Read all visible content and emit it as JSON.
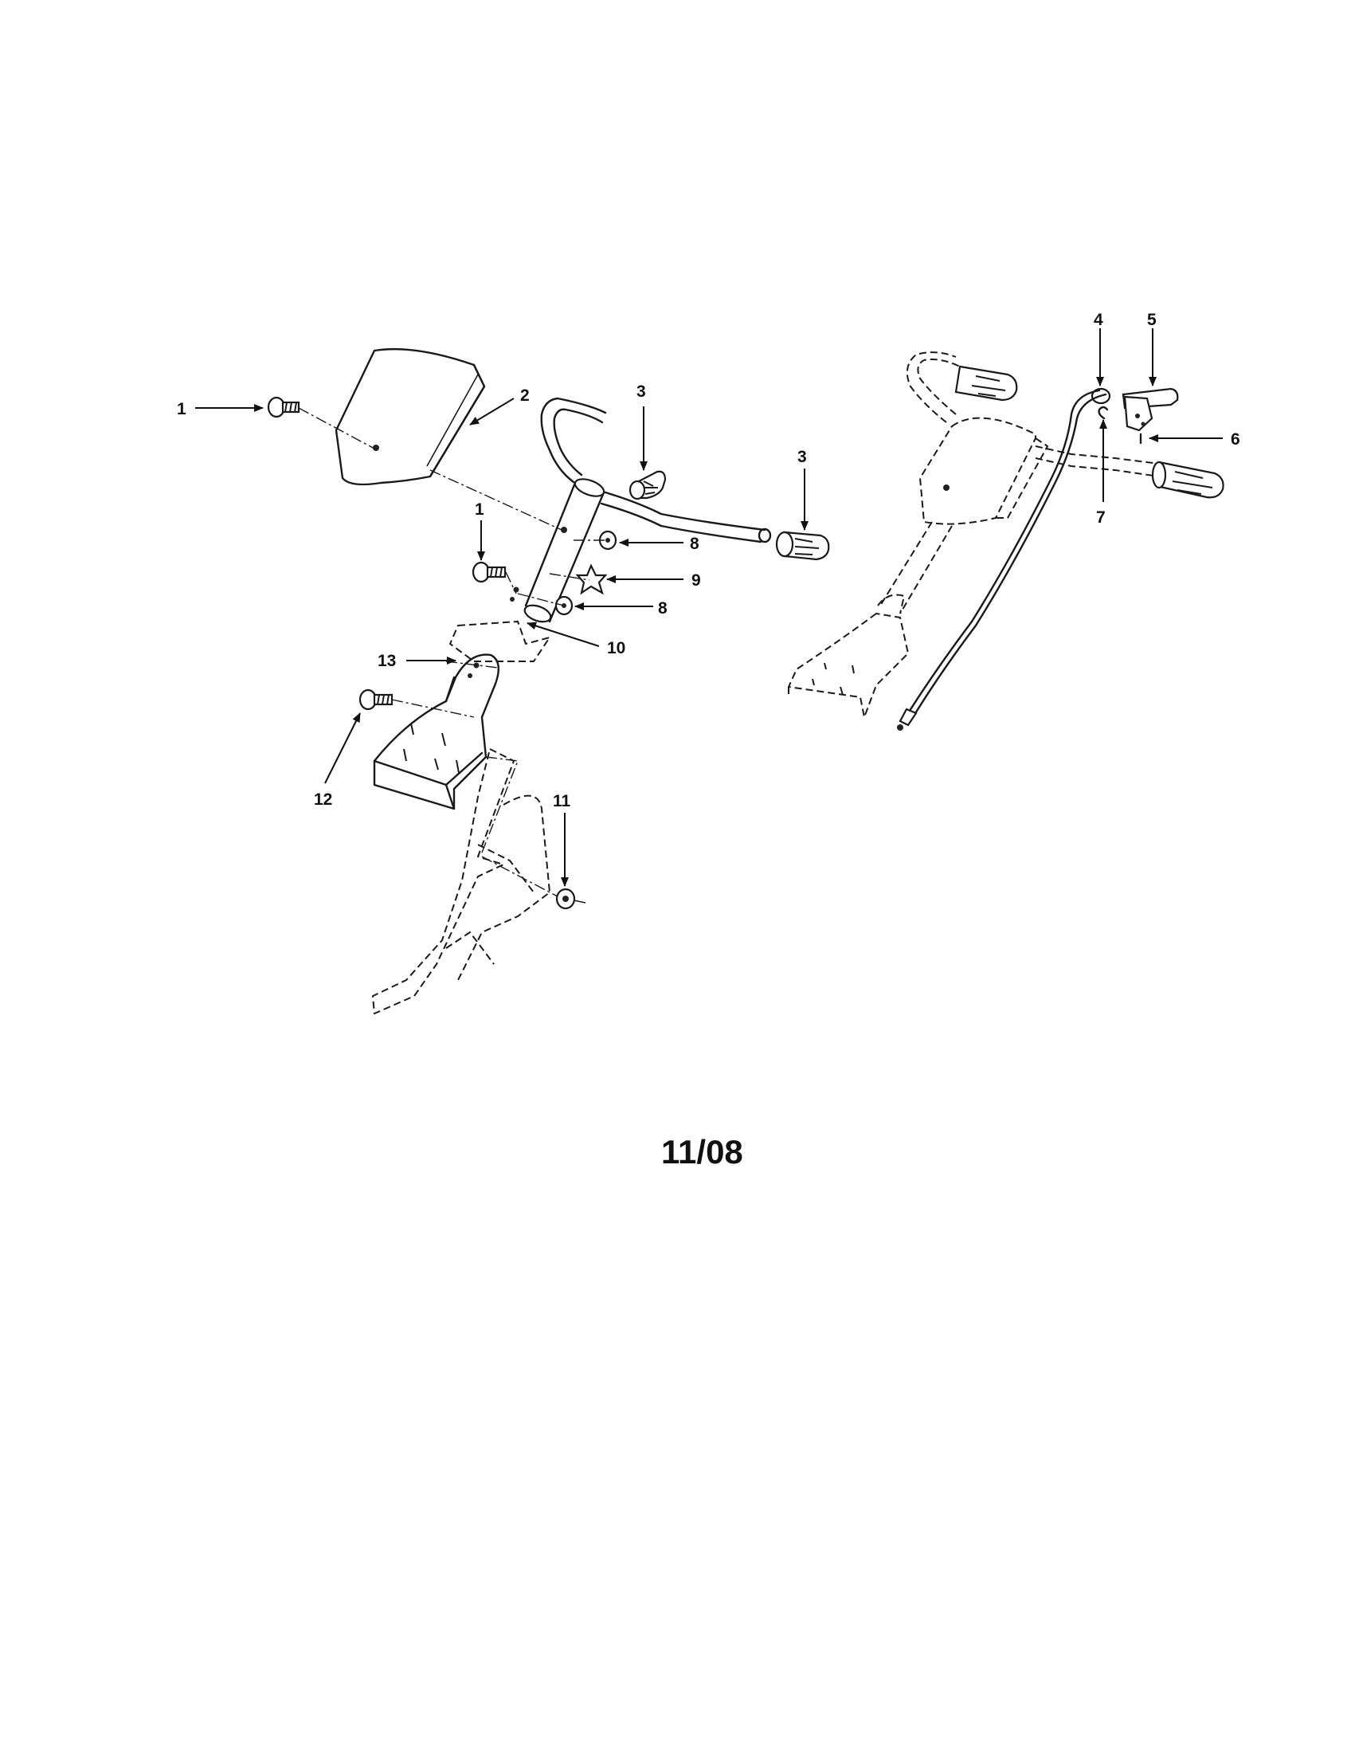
{
  "callouts": {
    "c1a": "1",
    "c2": "2",
    "c3a": "3",
    "c3b": "3",
    "c1b": "1",
    "c8a": "8",
    "c9": "9",
    "c8b": "8",
    "c10": "10",
    "c13": "13",
    "c12": "12",
    "c11": "11",
    "c4": "4",
    "c5": "5",
    "c6": "6",
    "c7": "7"
  },
  "footer": {
    "date_code": "11/08"
  }
}
